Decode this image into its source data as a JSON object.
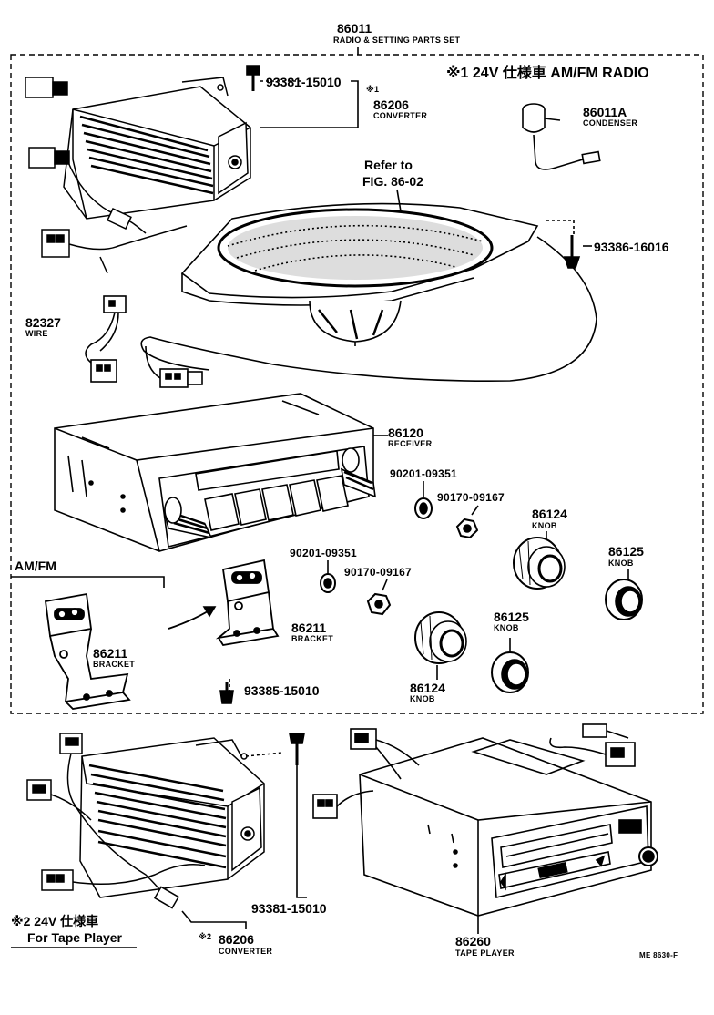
{
  "set": {
    "part_no": "86011",
    "name": "RADIO & SETTING PARTS SET"
  },
  "spec_note": "※1 24V 仕様車 AM/FM RADIO",
  "am_fm_label": "AM/FM",
  "tape_note_line1": "※2 24V 仕様車",
  "tape_note_line2": "For Tape Player",
  "refer_line1": "Refer to",
  "refer_line2": "FIG. 86-02",
  "figure_code": "ME 8630-F",
  "parts": {
    "bolt_top": {
      "no": "93381-15010",
      "mark": "※1"
    },
    "converter_top": {
      "no": "86206",
      "name": "CONVERTER"
    },
    "condenser": {
      "no": "86011A",
      "name": "CONDENSER"
    },
    "screw_speaker": {
      "no": "93386-16016"
    },
    "wire": {
      "no": "82327",
      "name": "WIRE"
    },
    "receiver": {
      "no": "86120",
      "name": "RECEIVER"
    },
    "washer_1": {
      "no": "90201-09351"
    },
    "nut_1": {
      "no": "90170-09167"
    },
    "knob_124_a": {
      "no": "86124",
      "name": "KNOB"
    },
    "knob_125_a": {
      "no": "86125",
      "name": "KNOB"
    },
    "washer_2": {
      "no": "90201-09351"
    },
    "nut_2": {
      "no": "90170-09167"
    },
    "bracket_right": {
      "no": "86211",
      "name": "BRACKET"
    },
    "bracket_left": {
      "no": "86211",
      "name": "BRACKET"
    },
    "knob_125_b": {
      "no": "86125",
      "name": "KNOB"
    },
    "knob_124_b": {
      "no": "86124",
      "name": "KNOB"
    },
    "screw_bracket": {
      "no": "93385-15010"
    },
    "bolt_bottom": {
      "no": "93381-15010"
    },
    "converter_bottom": {
      "no": "86206",
      "name": "CONVERTER",
      "mark": "※2"
    },
    "tape_player": {
      "no": "86260",
      "name": "TAPE PLAYER"
    }
  }
}
